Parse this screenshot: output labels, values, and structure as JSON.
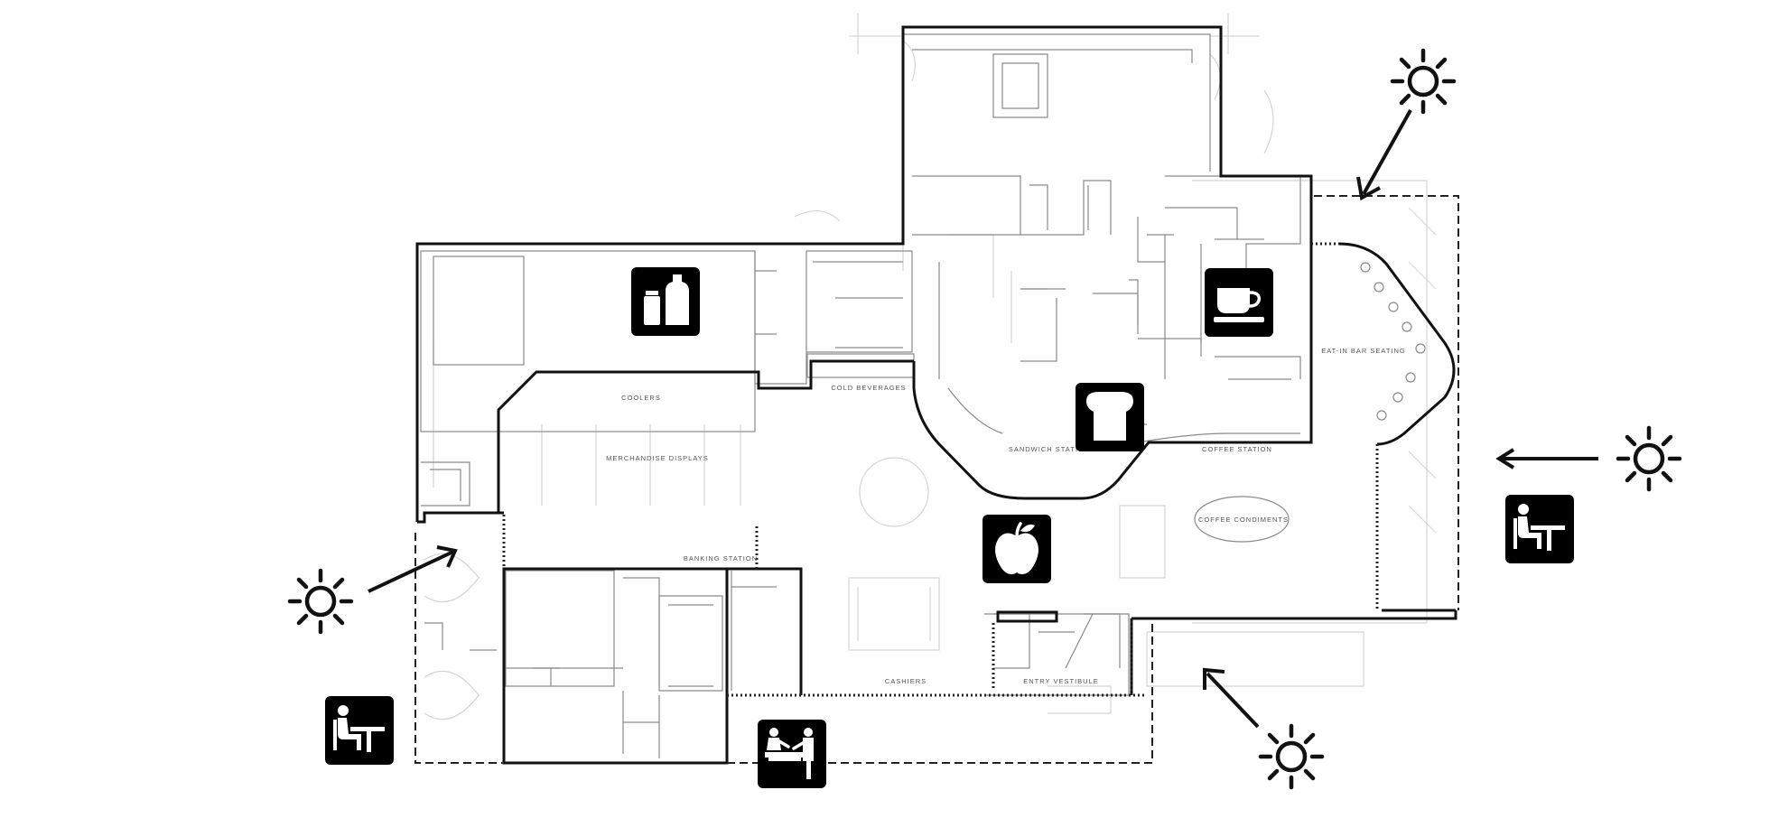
{
  "labels": {
    "coolers": "COOLERS",
    "cold_beverages": "COLD BEVERAGES",
    "merchandise_displays": "MERCHANDISE DISPLAYS",
    "sandwich_station": "SANDWICH STATION",
    "coffee_station": "COFFEE STATION",
    "bar_seating": "EAT-IN BAR SEATING",
    "coffee_condiments": "COFFEE CONDIMENTS",
    "banking_station": "BANKING STATION",
    "cashiers": "CASHIERS",
    "entry_vestibule": "ENTRY VESTIBULE"
  },
  "icons": [
    "beverage-bottles-icon",
    "coffee-cup-icon",
    "bread-icon",
    "apple-icon",
    "seating-icon",
    "cashier-icon"
  ],
  "colors": {
    "walls": "#111111",
    "background_plan": "#d4d4d4",
    "badge": "#000000"
  }
}
